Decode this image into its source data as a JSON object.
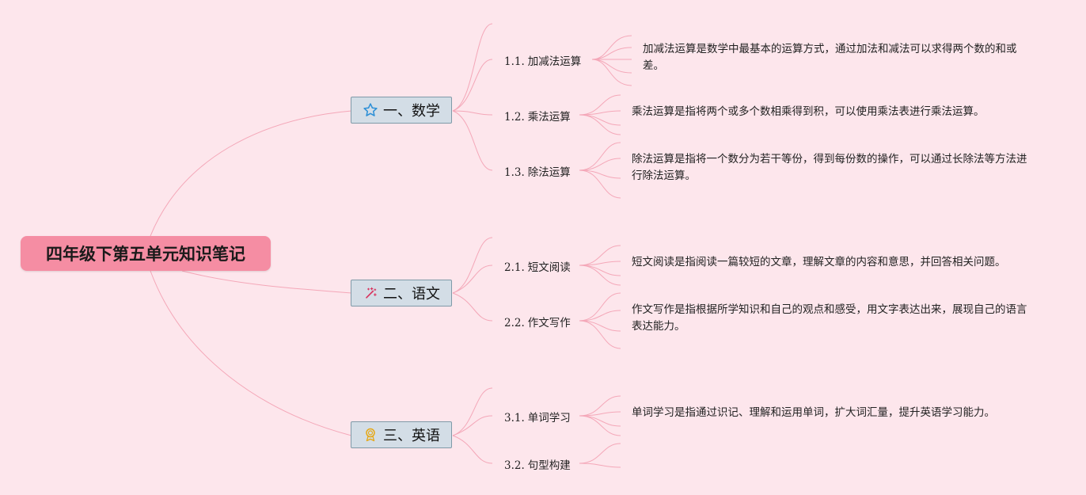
{
  "root": {
    "title": "四年级下第五单元知识笔记"
  },
  "topics": [
    {
      "label": "一、数学",
      "icon": "star-icon",
      "subs": [
        {
          "num": "1.1.",
          "label": "加减法运算",
          "desc": "加减法运算是数学中最基本的运算方式，通过加法和减法可以求得两个数的和或差。"
        },
        {
          "num": "1.2.",
          "label": "乘法运算",
          "desc": "乘法运算是指将两个或多个数相乘得到积，可以使用乘法表进行乘法运算。"
        },
        {
          "num": "1.3.",
          "label": "除法运算",
          "desc": "除法运算是指将一个数分为若干等份，得到每份数的操作，可以通过长除法等方法进行除法运算。"
        }
      ]
    },
    {
      "label": "二、语文",
      "icon": "magic-wand-icon",
      "subs": [
        {
          "num": "2.1.",
          "label": "短文阅读",
          "desc": "短文阅读是指阅读一篇较短的文章，理解文章的内容和意思，并回答相关问题。"
        },
        {
          "num": "2.2.",
          "label": "作文写作",
          "desc": "作文写作是指根据所学知识和自己的观点和感受，用文字表达出来，展现自己的语言表达能力。"
        }
      ]
    },
    {
      "label": "三、英语",
      "icon": "award-icon",
      "subs": [
        {
          "num": "3.1.",
          "label": "单词学习",
          "desc": "单词学习是指通过识记、理解和运用单词，扩大词汇量，提升英语学习能力。"
        },
        {
          "num": "3.2.",
          "label": "句型构建",
          "desc": ""
        }
      ]
    }
  ],
  "colors": {
    "background": "#fde6ec",
    "root": "#f58da3",
    "topic": "#d3dde6",
    "line": "#f4a7b8"
  }
}
